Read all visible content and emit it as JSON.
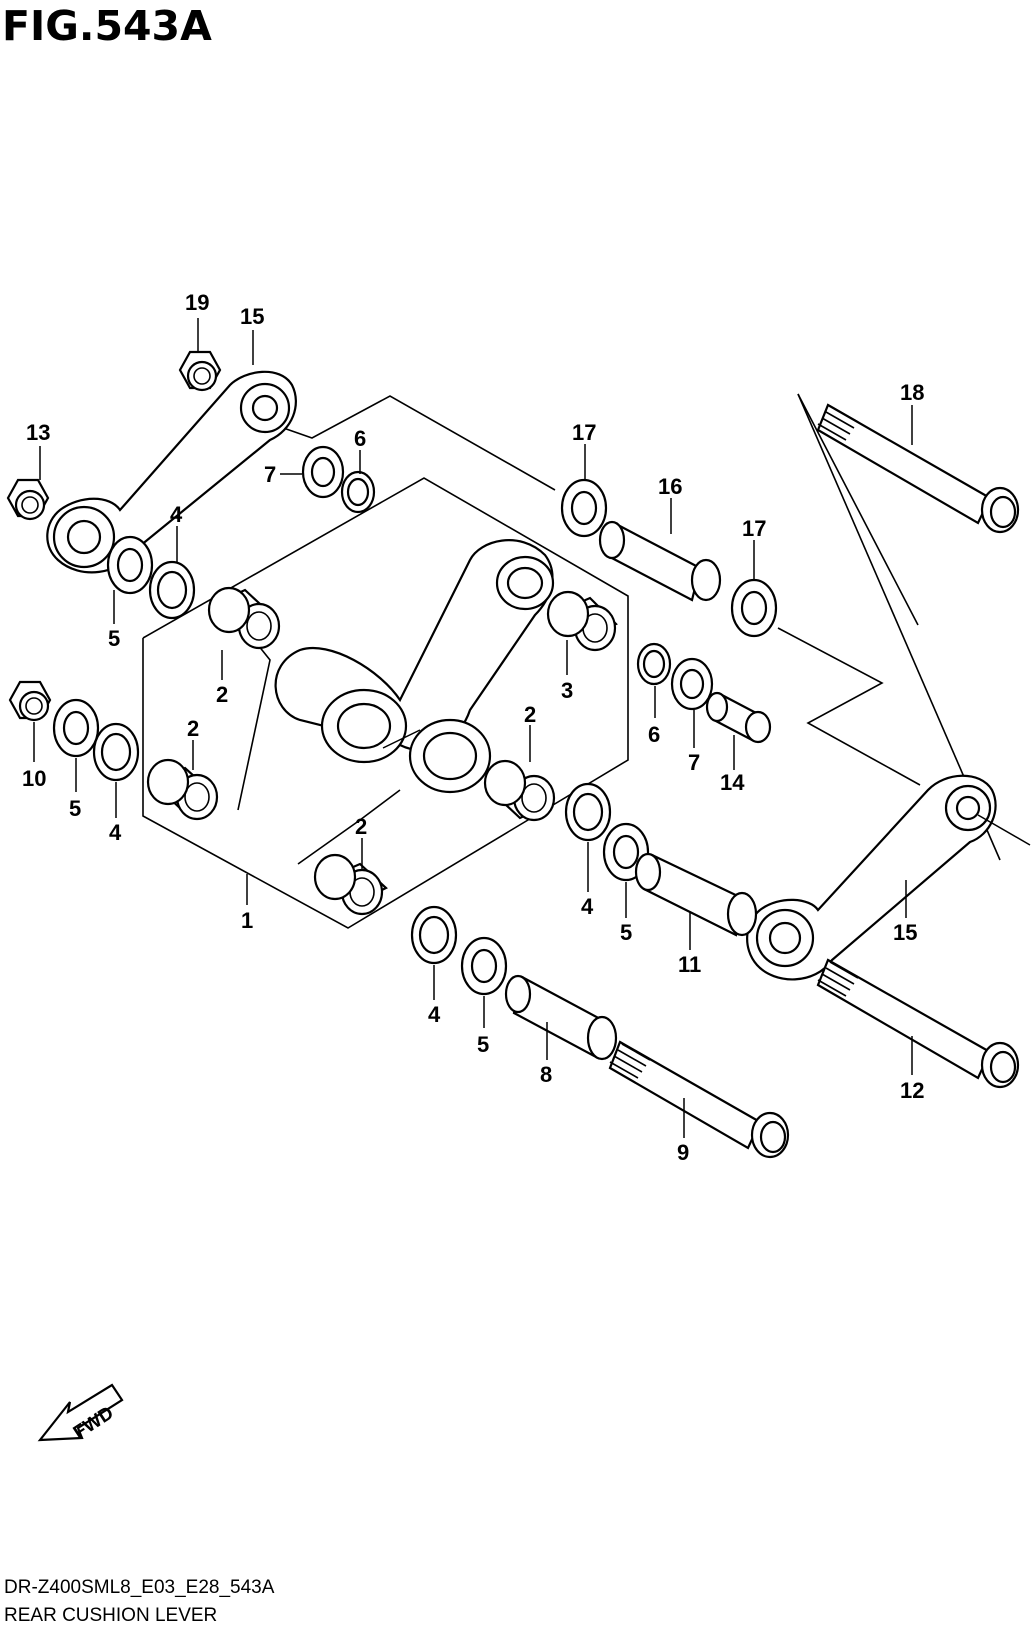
{
  "figure": {
    "title": "FIG.543A",
    "code": "DR-Z400SML8_E03_E28_543A",
    "name": "REAR CUSHION LEVER",
    "fwd_label": "FWD"
  },
  "callouts": [
    {
      "id": "c19",
      "label": "19"
    },
    {
      "id": "c15a",
      "label": "15"
    },
    {
      "id": "c13",
      "label": "13"
    },
    {
      "id": "c6a",
      "label": "6"
    },
    {
      "id": "c7a",
      "label": "7"
    },
    {
      "id": "c4a",
      "label": "4"
    },
    {
      "id": "c5a",
      "label": "5"
    },
    {
      "id": "c17a",
      "label": "17"
    },
    {
      "id": "c16",
      "label": "16"
    },
    {
      "id": "c17b",
      "label": "17"
    },
    {
      "id": "c18",
      "label": "18"
    },
    {
      "id": "c2a",
      "label": "2"
    },
    {
      "id": "c3",
      "label": "3"
    },
    {
      "id": "c2b",
      "label": "2"
    },
    {
      "id": "c2c",
      "label": "2"
    },
    {
      "id": "c6b",
      "label": "6"
    },
    {
      "id": "c7b",
      "label": "7"
    },
    {
      "id": "c14",
      "label": "14"
    },
    {
      "id": "c10",
      "label": "10"
    },
    {
      "id": "c5b",
      "label": "5"
    },
    {
      "id": "c4b",
      "label": "4"
    },
    {
      "id": "c2d",
      "label": "2"
    },
    {
      "id": "c1",
      "label": "1"
    },
    {
      "id": "c4c",
      "label": "4"
    },
    {
      "id": "c5c",
      "label": "5"
    },
    {
      "id": "c11",
      "label": "11"
    },
    {
      "id": "c15b",
      "label": "15"
    },
    {
      "id": "c4d",
      "label": "4"
    },
    {
      "id": "c5d",
      "label": "5"
    },
    {
      "id": "c8",
      "label": "8"
    },
    {
      "id": "c12",
      "label": "12"
    },
    {
      "id": "c9",
      "label": "9"
    }
  ]
}
